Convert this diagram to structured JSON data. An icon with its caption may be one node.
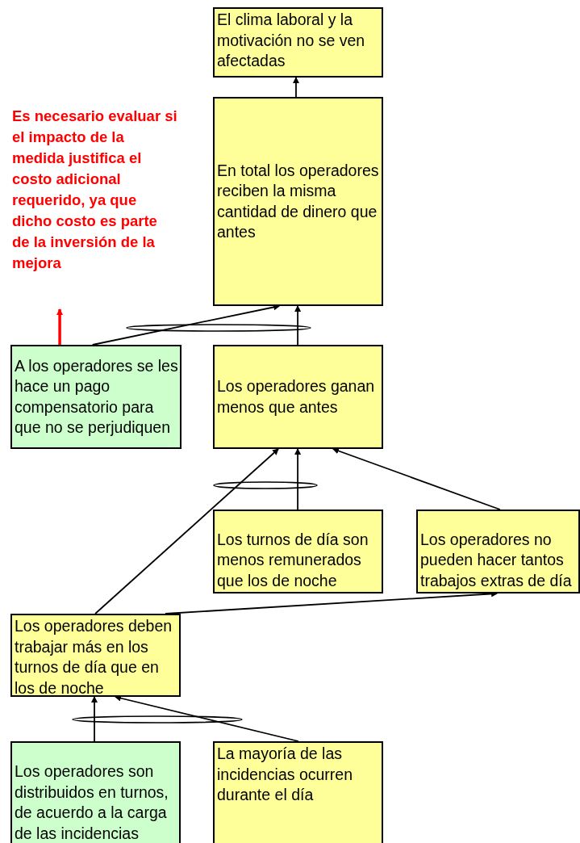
{
  "diagram": {
    "nodes": [
      {
        "text": [
          "El clima laboral y la motivación no se ven afectadas"
        ]
      },
      {
        "text": [
          "En total los operadores reciben la misma cantidad de dinero que antes"
        ]
      },
      {
        "text": [
          "Es necesario evaluar si el impacto de la medida justifica el costo adicional requerido, ya que dicho costo es parte de la inversión de la mejora"
        ]
      },
      {
        "text": [
          "A los operadores se les hace un pago compensatorio para que no se perjudiquen"
        ]
      },
      {
        "text": [
          "Los operadores ganan menos que antes"
        ]
      },
      {
        "text": [
          "Los turnos de día son menos remunerados que los de noche"
        ]
      },
      {
        "text": [
          "Los operadores no pueden hacer tantos trabajos extras de día"
        ]
      },
      {
        "text": [
          "Los operadores deben trabajar más en los turnos de día que en los de noche"
        ]
      },
      {
        "text": [
          "Los operadores son distribuidos en turnos, de acuerdo a la carga de las incidencias"
        ]
      },
      {
        "text": [
          "La mayoría de las incidencias ocurren durante el día"
        ]
      }
    ],
    "edges": [
      {
        "from": 1,
        "to": 0,
        "arrow": "to"
      },
      {
        "from": 3,
        "to": 1,
        "arrow": "to"
      },
      {
        "from": 4,
        "to": 1,
        "arrow": "to"
      },
      {
        "from": 3,
        "to": 2,
        "arrow": "to",
        "style": "thick",
        "color": "#ff0000"
      },
      {
        "from": 7,
        "to": 4,
        "arrow": "to"
      },
      {
        "from": 5,
        "to": 4,
        "arrow": "to"
      },
      {
        "from": 6,
        "to": 4,
        "arrow": "to"
      },
      {
        "from": 7,
        "to": 6,
        "arrow": "to"
      },
      {
        "from": 8,
        "to": 7,
        "arrow": "to"
      },
      {
        "from": 9,
        "to": 7,
        "arrow": "to"
      }
    ]
  }
}
